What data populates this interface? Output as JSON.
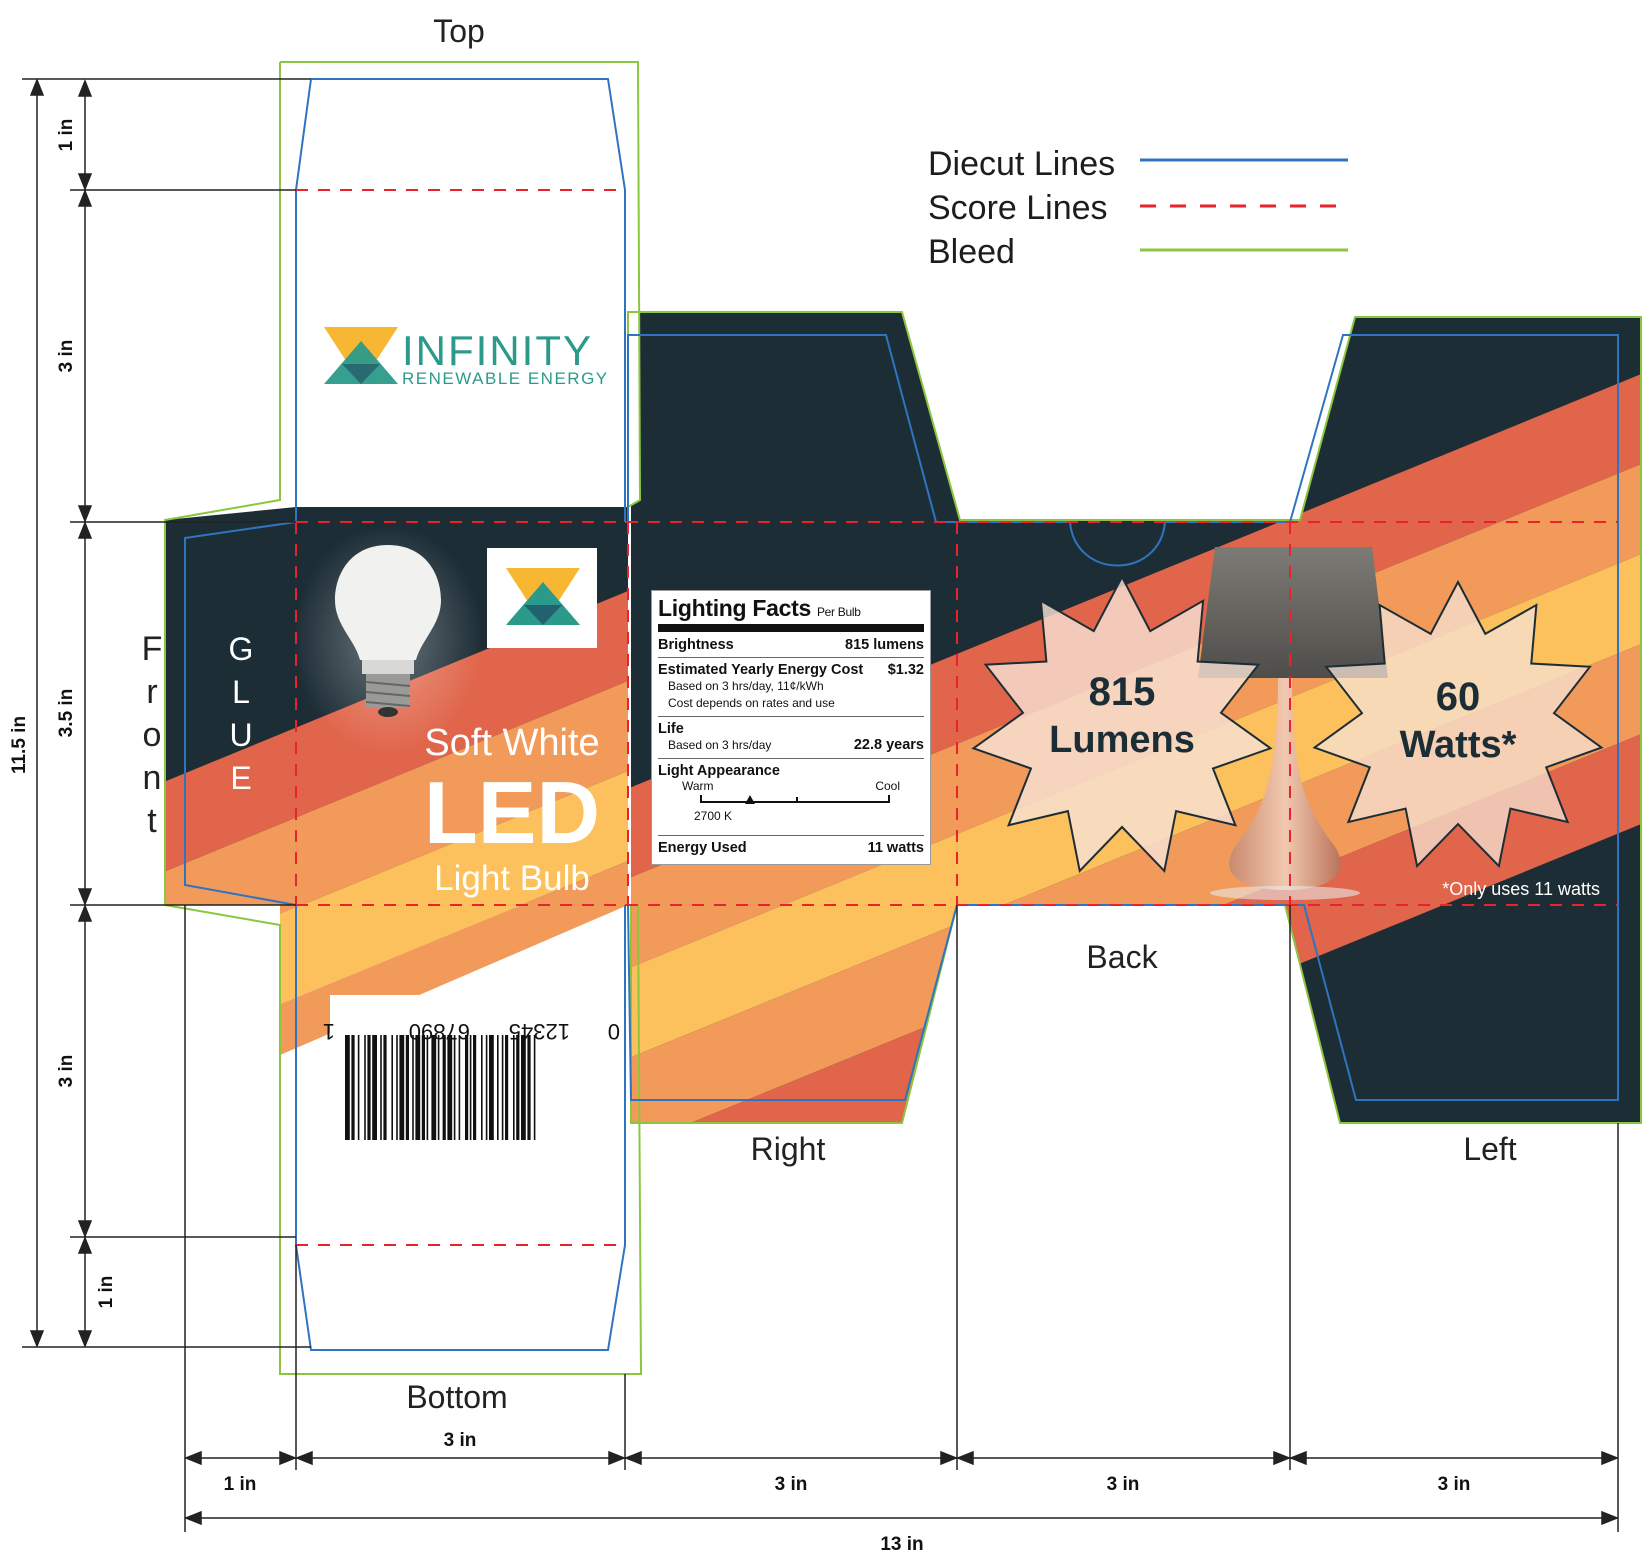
{
  "panels": {
    "top": "Top",
    "front": "Front",
    "glue": "GLUE",
    "back": "Back",
    "right": "Right",
    "left": "Left",
    "bottom": "Bottom"
  },
  "legend": {
    "diecut": {
      "label": "Diecut Lines",
      "color": "#2f74c0"
    },
    "score": {
      "label": "Score Lines",
      "color": "#e8232b"
    },
    "bleed": {
      "label": "Bleed",
      "color": "#8cc63f"
    }
  },
  "dimensions": {
    "overall_height": "11.5 in",
    "top_flap": "1 in",
    "top_panel": "3 in",
    "front_height": "3.5 in",
    "bottom_panel": "3 in",
    "bottom_flap": "1 in",
    "glue_width": "1 in",
    "front_width": "3 in",
    "right_width": "3 in",
    "back_width": "3 in",
    "left_width": "3 in",
    "overall_width": "13 in"
  },
  "brand": {
    "name": "INFINITY",
    "tagline": "RENEWABLE ENERGY",
    "colors": {
      "yellow": "#f7b733",
      "teal": "#2b9a8a",
      "navy": "#1f4a63"
    }
  },
  "product": {
    "line1": "Soft White",
    "line2": "LED",
    "line3": "Light Bulb"
  },
  "barcode": {
    "digits_left": "0",
    "digits_mid1": "12345",
    "digits_mid2": "67890",
    "digits_right": "1"
  },
  "lighting_facts": {
    "title": "Lighting Facts",
    "per": "Per Bulb",
    "brightness_label": "Brightness",
    "brightness_value": "815 lumens",
    "cost_label": "Estimated Yearly Energy Cost",
    "cost_value": "$1.32",
    "cost_note1": "Based on 3 hrs/day, 11¢/kWh",
    "cost_note2": "Cost depends on rates and use",
    "life_label": "Life",
    "life_note": "Based on 3 hrs/day",
    "life_value": "22.8 years",
    "appearance_label": "Light Appearance",
    "warm": "Warm",
    "cool": "Cool",
    "kelvin": "2700 K",
    "energy_label": "Energy Used",
    "energy_value": "11 watts"
  },
  "bursts": {
    "lumens_number": "815",
    "lumens_word": "Lumens",
    "watts_number": "60",
    "watts_word": "Watts*"
  },
  "footnote": "*Only uses 11 watts",
  "colors": {
    "panel_dark": "#1d2d36",
    "stripe_red": "#e0654a",
    "stripe_orange": "#f29a5a",
    "stripe_yellow": "#fcc05c"
  }
}
